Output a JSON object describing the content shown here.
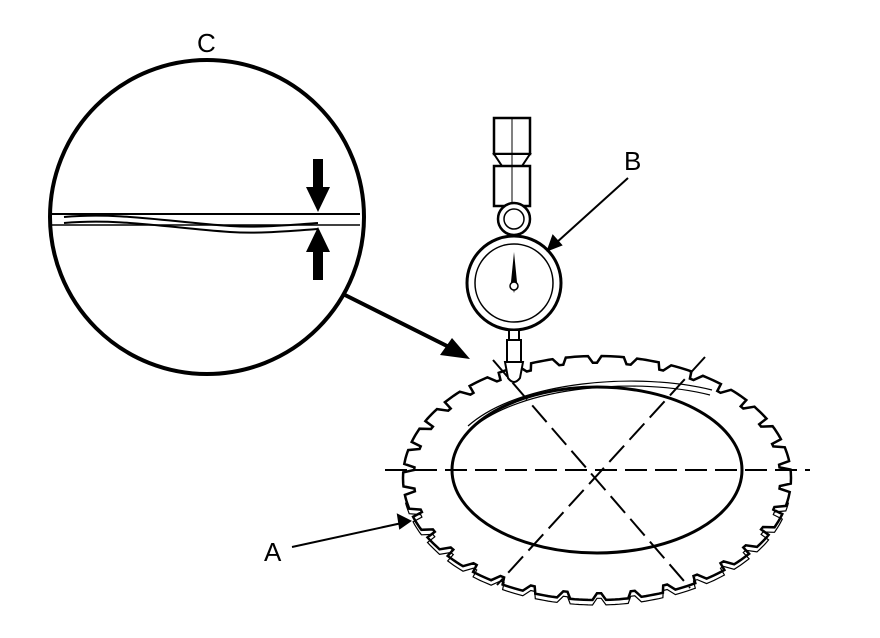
{
  "diagram": {
    "labels": {
      "a": "A",
      "b": "B",
      "c": "C"
    },
    "parts": [
      {
        "key": "a",
        "icon": "clutch-plate-icon"
      },
      {
        "key": "b",
        "icon": "dial-indicator-icon"
      },
      {
        "key": "c",
        "icon": "detail-magnifier-icon"
      }
    ],
    "colors": {
      "line": "#000000",
      "background": "#ffffff"
    }
  }
}
